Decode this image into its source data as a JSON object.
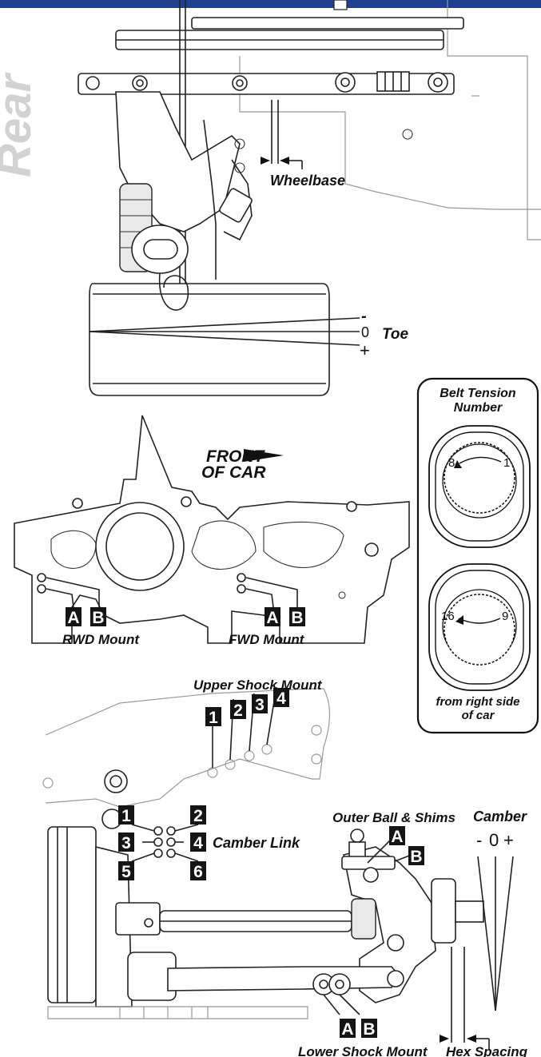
{
  "header": {
    "side_title": "Rear"
  },
  "labels": {
    "wheelbase": "Wheelbase",
    "toe": "Toe",
    "toe_minus": "-",
    "toe_zero": "0",
    "toe_plus": "+",
    "front_of_car_line1": "FRONT",
    "front_of_car_line2": "OF CAR",
    "rwd_mount": "RWD Mount",
    "fwd_mount": "FWD Mount",
    "upper_shock_mount": "Upper Shock Mount",
    "camber_link": "Camber Link",
    "outer_ball_shims": "Outer Ball & Shims",
    "camber": "Camber",
    "camber_minus": "-",
    "camber_zero": "0",
    "camber_plus": "+",
    "lower_shock_mount": "Lower Shock Mount",
    "hex_spacing": "Hex Spacing"
  },
  "belt_tension": {
    "title_line1": "Belt Tension",
    "title_line2": "Number",
    "upper_dial_start": "8",
    "upper_dial_end": "1",
    "lower_dial_start": "16",
    "lower_dial_end": "9",
    "footer_line1": "from right side",
    "footer_line2": "of car"
  },
  "markers": {
    "rwd_a": "A",
    "rwd_b": "B",
    "fwd_a": "A",
    "fwd_b": "B",
    "upper_1": "1",
    "upper_2": "2",
    "upper_3": "3",
    "upper_4": "4",
    "camber_1": "1",
    "camber_2": "2",
    "camber_3": "3",
    "camber_4": "4",
    "camber_5": "5",
    "camber_6": "6",
    "ball_a": "A",
    "ball_b": "B",
    "lower_a": "A",
    "lower_b": "B"
  }
}
